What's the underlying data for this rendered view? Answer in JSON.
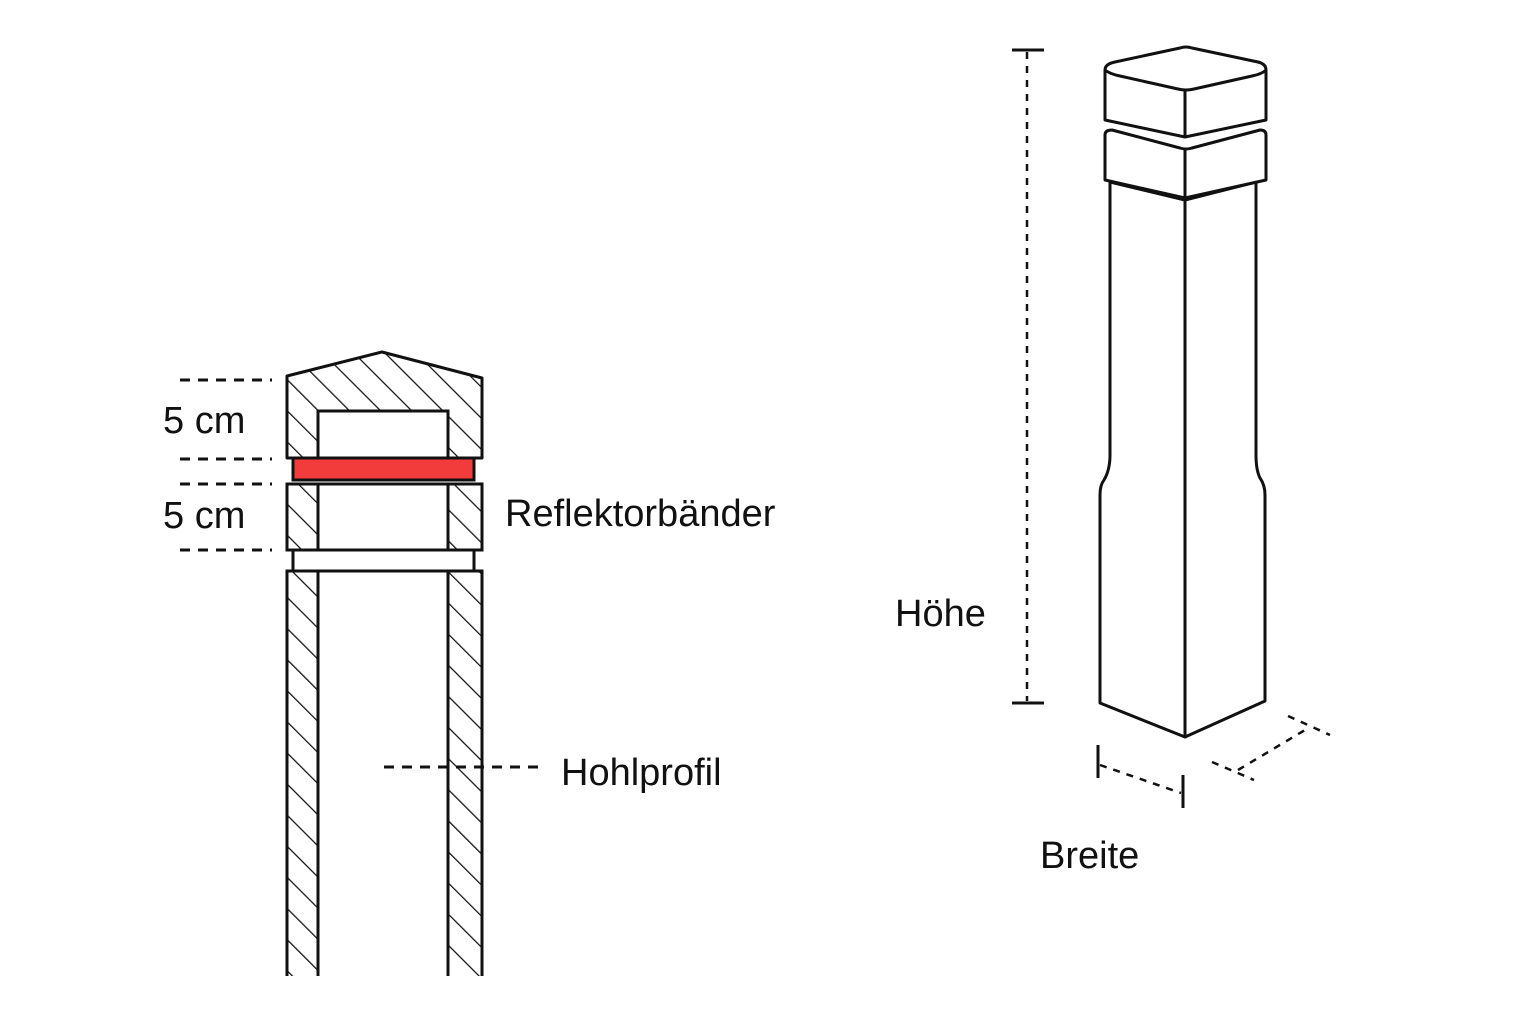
{
  "labels": {
    "cap_height": "5 cm",
    "band_height": "5 cm",
    "reflector_bands": "Reflektorbänder",
    "hollow_profile": "Hohlprofil",
    "height": "Höhe",
    "width": "Breite"
  },
  "colors": {
    "reflector": "#f23b3b",
    "line": "#111111",
    "background": "#ffffff"
  }
}
